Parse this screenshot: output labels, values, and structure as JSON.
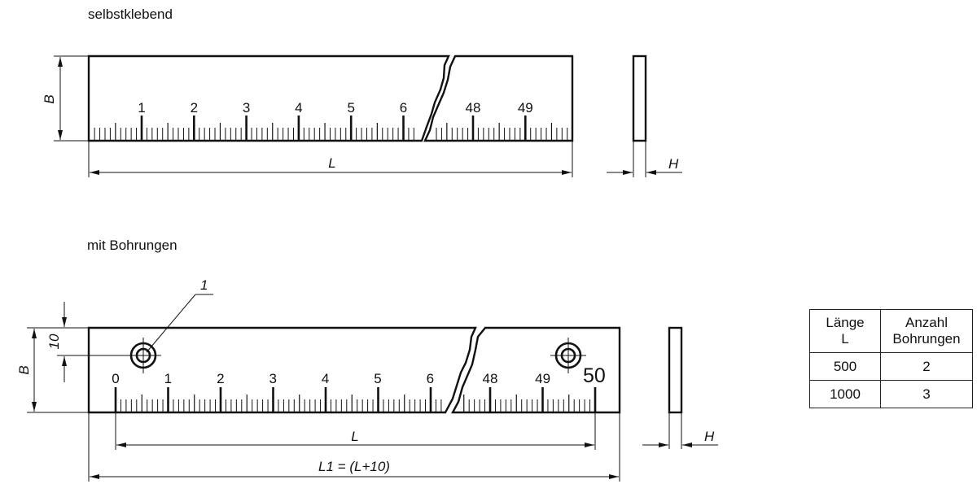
{
  "sections": {
    "top": {
      "title": "selbstklebend"
    },
    "bottom": {
      "title": "mit Bohrungen"
    }
  },
  "dimensions": {
    "width": "B",
    "length": "L",
    "thickness": "H",
    "hole_offset": "10",
    "total_length": "L1 = (L+10)",
    "callout": "1"
  },
  "ruler_top": {
    "labels_left": [
      "1",
      "2",
      "3",
      "4",
      "5",
      "6"
    ],
    "labels_right": [
      "48",
      "49"
    ]
  },
  "ruler_bottom": {
    "labels_left": [
      "0",
      "1",
      "2",
      "3",
      "4",
      "5",
      "6"
    ],
    "labels_right": [
      "48",
      "49"
    ],
    "end_label": "50"
  },
  "table": {
    "headers": [
      [
        "Länge",
        "L"
      ],
      [
        "Anzahl",
        "Bohrungen"
      ]
    ],
    "rows": [
      [
        "500",
        "2"
      ],
      [
        "1000",
        "3"
      ]
    ]
  },
  "colors": {
    "line": "#111111",
    "background": "#ffffff"
  }
}
